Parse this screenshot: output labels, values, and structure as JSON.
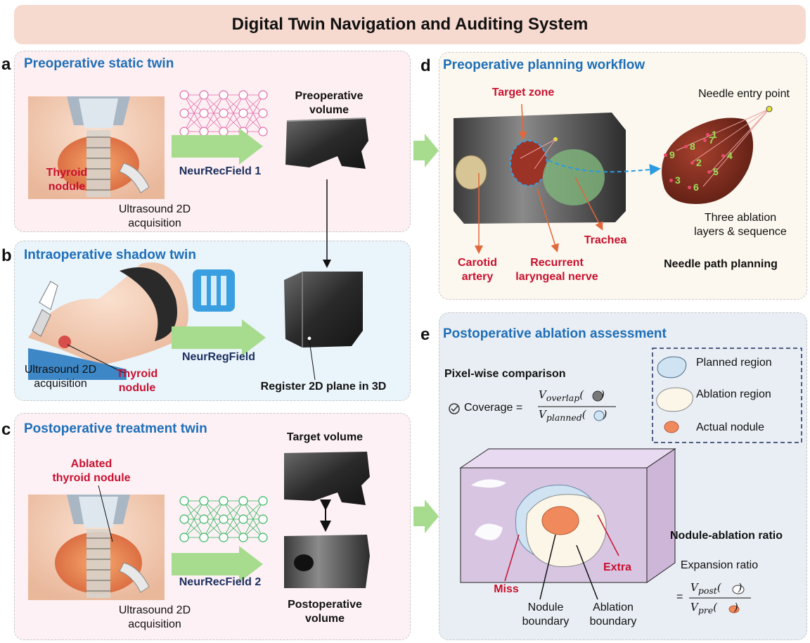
{
  "title": "Digital Twin Navigation and Auditing System",
  "panels": {
    "a": {
      "letter": "a",
      "title": "Preoperative static twin",
      "thyroid_nodule": "Thyroid\nnodule",
      "acquisition": "Ultrasound 2D\nacquisition",
      "network": "NeurRecField 1",
      "volume_label": "Preoperative\nvolume"
    },
    "b": {
      "letter": "b",
      "title": "Intraoperative shadow twin",
      "acquisition": "Ultrasound 2D\nacquisition",
      "thyroid_nodule": "Thyroid\nnodule",
      "network": "NeurRegField",
      "register_label": "Register 2D plane in 3D"
    },
    "c": {
      "letter": "c",
      "title": "Postoperative treatment twin",
      "ablated_label": "Ablated\nthyroid nodule",
      "acquisition": "Ultrasound 2D\nacquisition",
      "network": "NeurRecField 2",
      "target_volume": "Target volume",
      "post_volume": "Postoperative\nvolume"
    },
    "d": {
      "letter": "d",
      "title": "Preoperative planning workflow",
      "target_zone": "Target zone",
      "carotid": "Carotid\nartery",
      "recurrent": "Recurrent\nlaryngeal nerve",
      "trachea": "Trachea",
      "needle_entry": "Needle entry point",
      "ablation_layers": "Three ablation\nlayers & sequence",
      "needle_path": "Needle path planning",
      "sequence_numbers": [
        "1",
        "2",
        "3",
        "4",
        "5",
        "6",
        "7",
        "8",
        "9"
      ]
    },
    "e": {
      "letter": "e",
      "title": "Postoperative ablation assessment",
      "pixel_comparison": "Pixel-wise comparison",
      "coverage": "Coverage",
      "v_overlap": "V",
      "overlap_sub": "overlap",
      "v_planned": "V",
      "planned_sub": "planned",
      "legend": [
        "Planned region",
        "Ablation region",
        "Actual nodule"
      ],
      "miss": "Miss",
      "extra": "Extra",
      "nodule_boundary": "Nodule\nboundary",
      "ablation_boundary": "Ablation\nboundary",
      "ratio_title": "Nodule-ablation ratio",
      "expansion": "Expansion ratio",
      "v_post": "V",
      "post_sub": "post",
      "v_pre": "V",
      "pre_sub": "pre"
    }
  },
  "colors": {
    "accent_blue": "#1e6fb8",
    "alert_red": "#c8102e",
    "network_navy": "#1b2f5e",
    "arrow_green": "#a7dc8f"
  }
}
